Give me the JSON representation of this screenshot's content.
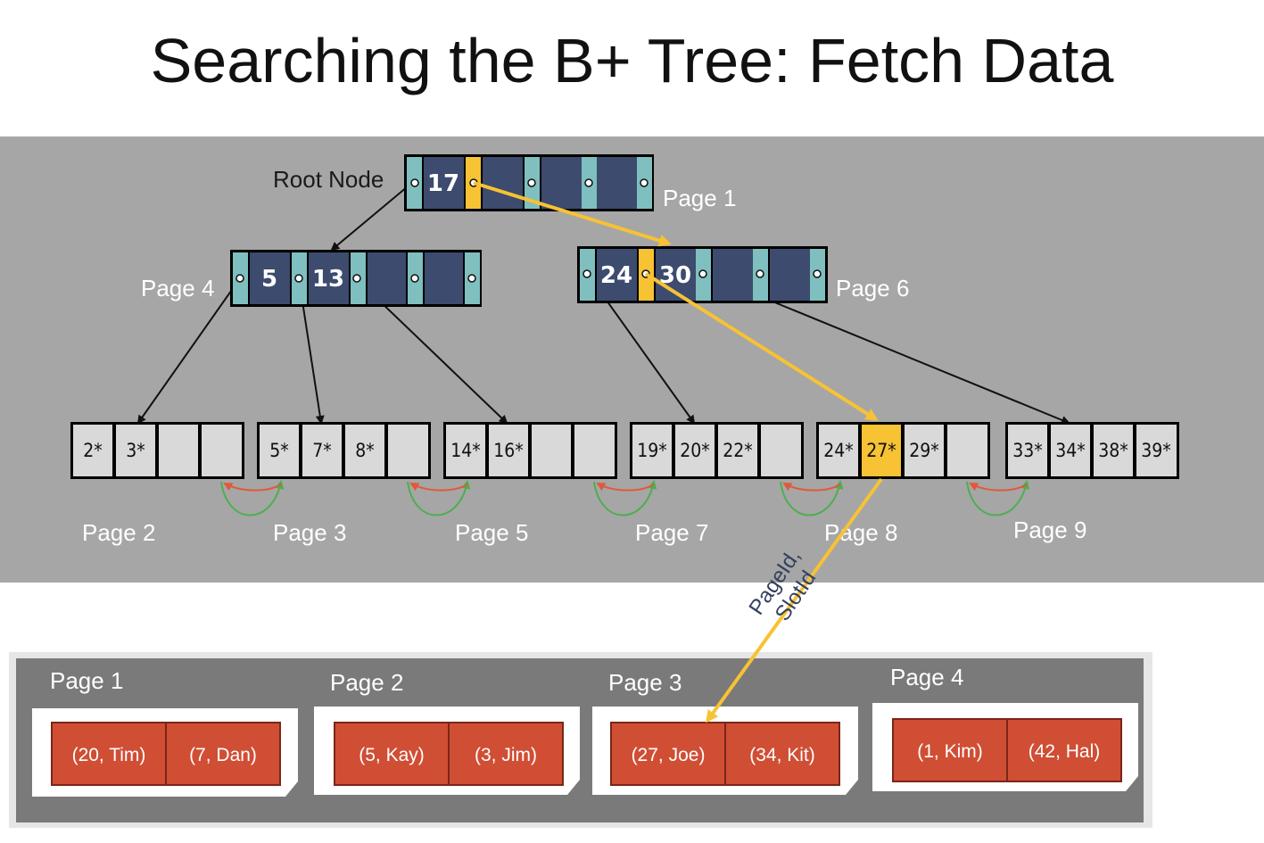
{
  "title": "Searching the B+ Tree: Fetch Data",
  "colors": {
    "tree_bg": "#a6a6a6",
    "node_fill": "#3c4b6e",
    "pointer_slot": "#7fbfbf",
    "highlight": "#f7c234",
    "leaf_cell": "#d9d9d9",
    "next_arrow": "#4caf50",
    "prev_arrow": "#e05a3a",
    "record": "#d04e34",
    "heap_bg": "#7a7a7a"
  },
  "tree": {
    "root": {
      "label": "Root Node",
      "page": "Page 1",
      "keys": [
        "17"
      ]
    },
    "internal": [
      {
        "page": "Page 4",
        "keys": [
          "5",
          "13"
        ]
      },
      {
        "page": "Page 6",
        "keys": [
          "24",
          "30"
        ]
      }
    ],
    "leaves": [
      {
        "page": "Page 2",
        "keys": [
          "2*",
          "3*",
          "",
          ""
        ]
      },
      {
        "page": "Page 3",
        "keys": [
          "5*",
          "7*",
          "8*",
          ""
        ]
      },
      {
        "page": "Page 5",
        "keys": [
          "14*",
          "16*",
          "",
          ""
        ]
      },
      {
        "page": "Page 7",
        "keys": [
          "19*",
          "20*",
          "22*",
          ""
        ]
      },
      {
        "page": "Page 8",
        "keys": [
          "24*",
          "27*",
          "29*",
          ""
        ]
      },
      {
        "page": "Page 9",
        "keys": [
          "33*",
          "34*",
          "38*",
          "39*"
        ]
      }
    ]
  },
  "rid_label": [
    "PageId,",
    "SlotId"
  ],
  "heap": [
    {
      "page": "Page 1",
      "records": [
        "(20, Tim)",
        "(7, Dan)"
      ]
    },
    {
      "page": "Page 2",
      "records": [
        "(5, Kay)",
        "(3, Jim)"
      ]
    },
    {
      "page": "Page 3",
      "records": [
        "(27, Joe)",
        "(34, Kit)"
      ]
    },
    {
      "page": "Page 4",
      "records": [
        "(1, Kim)",
        "(42, Hal)"
      ]
    }
  ]
}
